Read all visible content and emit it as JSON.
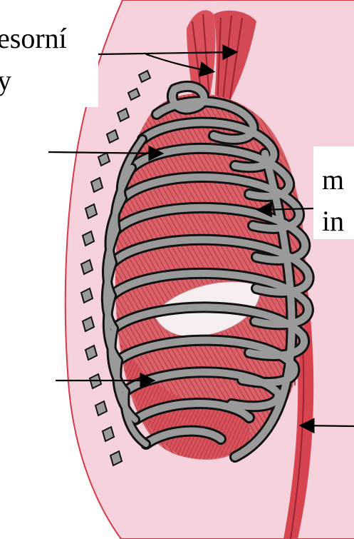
{
  "labels": {
    "top_left_line1": "esorní",
    "top_left_line2": "y",
    "right_line1": "m",
    "right_line2": "in"
  },
  "colors": {
    "background": "#ffffff",
    "skin": "#f6d3dc",
    "skin_outline": "#d23a4a",
    "muscle": "#d7434f",
    "muscle_light": "#e9a5a8",
    "rib": "#9a9a9a",
    "rib_outline": "#111111",
    "arrow": "#000000"
  }
}
